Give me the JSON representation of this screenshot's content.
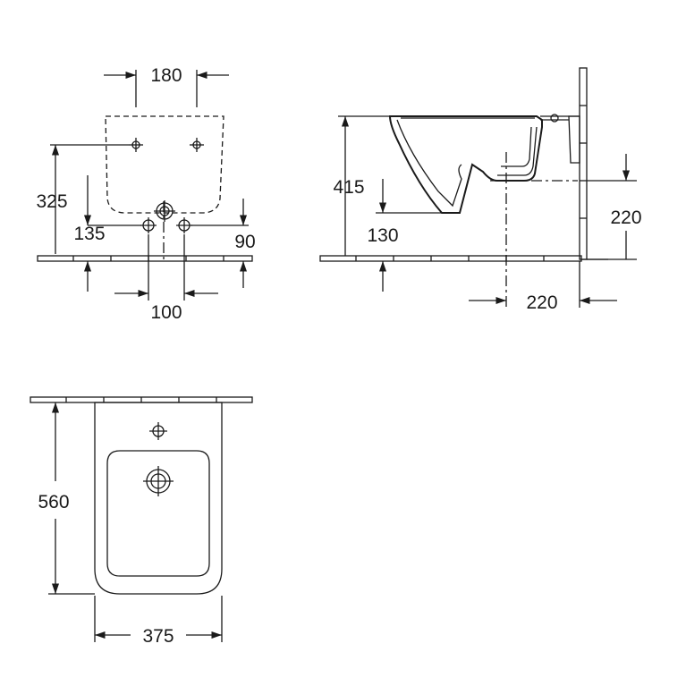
{
  "front_view": {
    "dim_top_width": "180",
    "dim_fixing_height": "325",
    "dim_supply_height": "135",
    "dim_waste_height": "90",
    "dim_bottom_spacing": "100"
  },
  "side_view": {
    "dim_total_height": "415",
    "dim_rim_height": "130",
    "dim_wall_height": "220",
    "dim_projection": "220"
  },
  "top_view": {
    "dim_depth": "560",
    "dim_width": "375"
  }
}
